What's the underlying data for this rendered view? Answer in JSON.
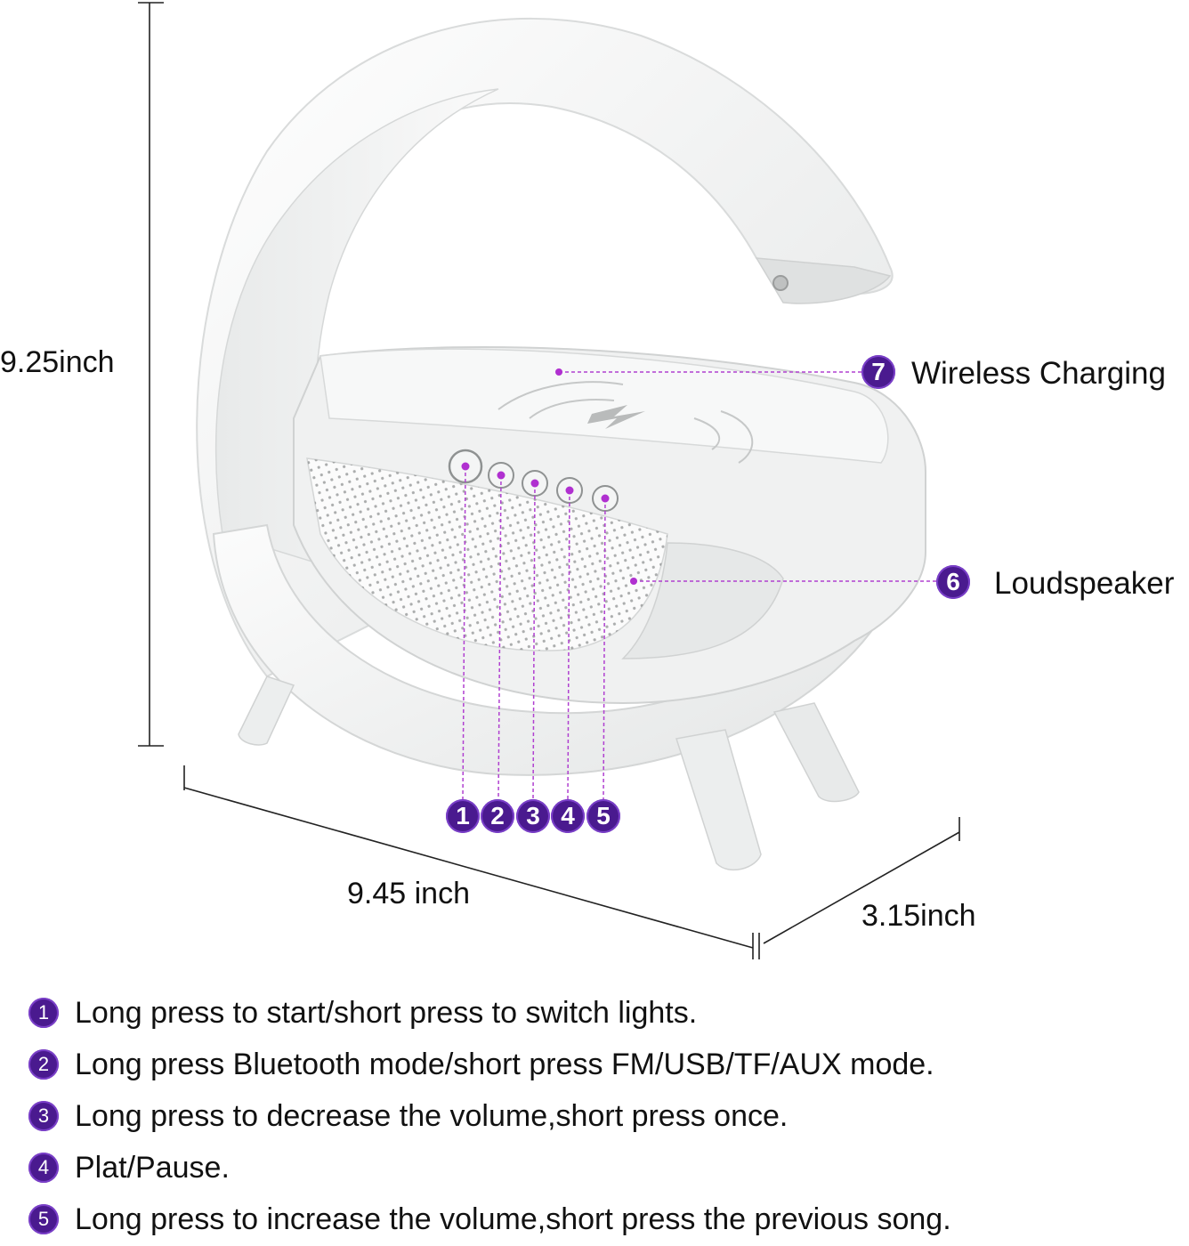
{
  "dimensions": {
    "height": "9.25inch",
    "width": "9.45 inch",
    "depth": "3.15inch"
  },
  "callouts": [
    {
      "number": "7",
      "label": "Wireless Charging"
    },
    {
      "number": "6",
      "label": "Loudspeaker"
    }
  ],
  "button_badges": [
    "1",
    "2",
    "3",
    "4",
    "5"
  ],
  "legend": [
    {
      "number": "1",
      "text": "Long press to start/short press to switch lights."
    },
    {
      "number": "2",
      "text": "Long press Bluetooth mode/short press FM/USB/TF/AUX mode."
    },
    {
      "number": "3",
      "text": "Long press to decrease the volume,short press once."
    },
    {
      "number": "4",
      "text": "Plat/Pause."
    },
    {
      "number": "5",
      "text": "Long press to increase the volume,short press the previous song."
    }
  ],
  "colors": {
    "badge": "#4a1a8f",
    "callout_line": "#b040d0",
    "product_white": "#f2f3f3",
    "product_shadow": "#d4d6d6"
  }
}
